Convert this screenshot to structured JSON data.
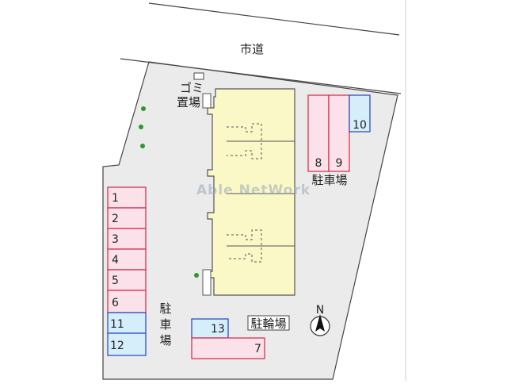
{
  "road": {
    "label": "市道"
  },
  "garbage": {
    "label_top": "ゴミ",
    "label_bottom": "置場"
  },
  "parking_right": {
    "label": "駐車場",
    "slots": [
      "8",
      "9",
      "10"
    ]
  },
  "parking_left": {
    "label_chars": [
      "駐",
      "車",
      "場"
    ],
    "slots": [
      "1",
      "2",
      "3",
      "4",
      "5",
      "6",
      "11",
      "12"
    ]
  },
  "parking_bottom": {
    "slots": [
      "13",
      "7"
    ]
  },
  "bicycle": {
    "label": "駐輪場"
  },
  "compass": {
    "label": "N"
  },
  "watermark": {
    "text": "Able NetWork"
  },
  "colors": {
    "lot": "#ebebeb",
    "building": "#fbf8c8",
    "slot_pink": "#fbe1ea",
    "slot_pink_border": "#d63350",
    "slot_blue": "#d6eefa",
    "slot_blue_border": "#2f4fc0",
    "tree": "#2a9a2a"
  }
}
